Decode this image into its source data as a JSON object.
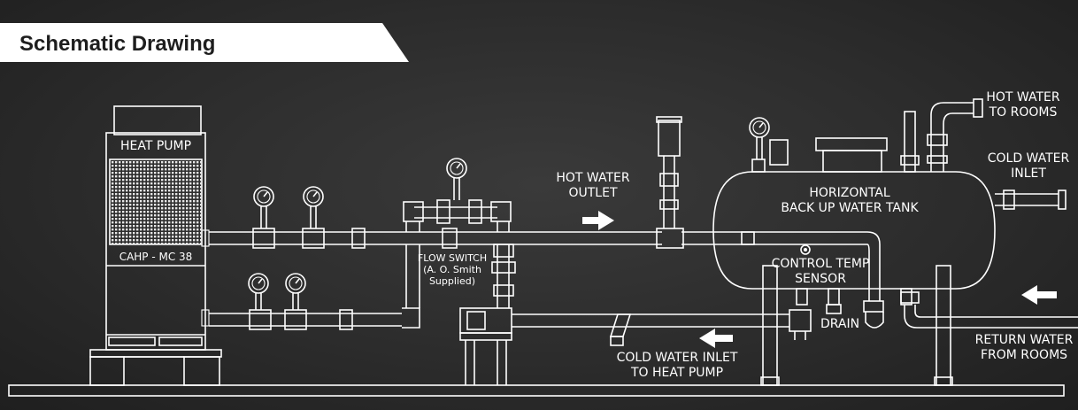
{
  "header": {
    "title": "Schematic Drawing"
  },
  "labels": {
    "heat_pump": "HEAT PUMP",
    "model": "CAHP - MC 38",
    "flow_switch": [
      "FLOW SWITCH",
      "(A. O. Smith",
      "Supplied)"
    ],
    "hot_water_outlet": [
      "HOT WATER",
      "OUTLET"
    ],
    "tank": [
      "HORIZONTAL",
      "BACK UP WATER TANK"
    ],
    "control_temp_sensor": [
      "CONTROL TEMP",
      "SENSOR"
    ],
    "drain": "DRAIN",
    "cold_water_inlet_heat_pump": [
      "COLD WATER INLET",
      "TO HEAT PUMP"
    ],
    "hot_water_to_rooms": [
      "HOT WATER",
      "TO ROOMS"
    ],
    "cold_water_inlet": [
      "COLD WATER",
      "INLET"
    ],
    "return_water": [
      "RETURN WATER",
      "FROM ROOMS"
    ]
  },
  "colors": {
    "background": "#2c2c2c",
    "line": "#ffffff",
    "banner": "#ffffff",
    "title_text": "#1e1e1e"
  }
}
